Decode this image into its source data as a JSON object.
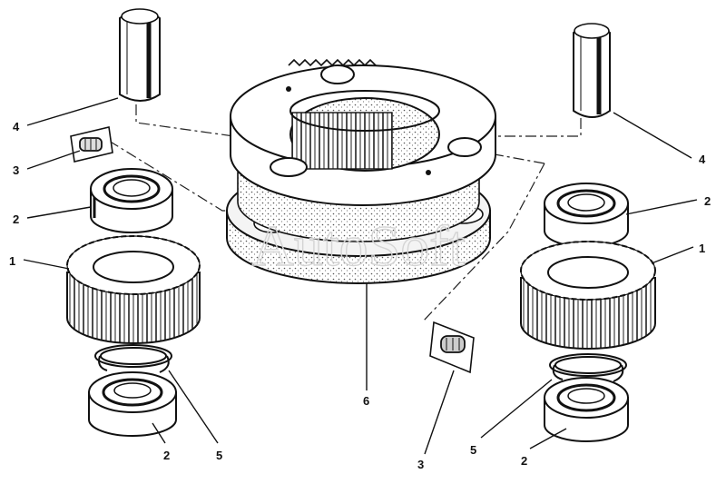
{
  "watermark": "AutoSoft",
  "callouts": {
    "l4": "4",
    "l3": "3",
    "l2": "2",
    "l1": "1",
    "r4": "4",
    "r2a": "2",
    "r1": "1",
    "b2l": "2",
    "b5l": "5",
    "b6": "6",
    "b3": "3",
    "b5r": "5",
    "b2r": "2"
  },
  "parts": [
    "pin",
    "lock-insert",
    "bearing",
    "planet-gear",
    "snap-ring",
    "planet-carrier"
  ]
}
